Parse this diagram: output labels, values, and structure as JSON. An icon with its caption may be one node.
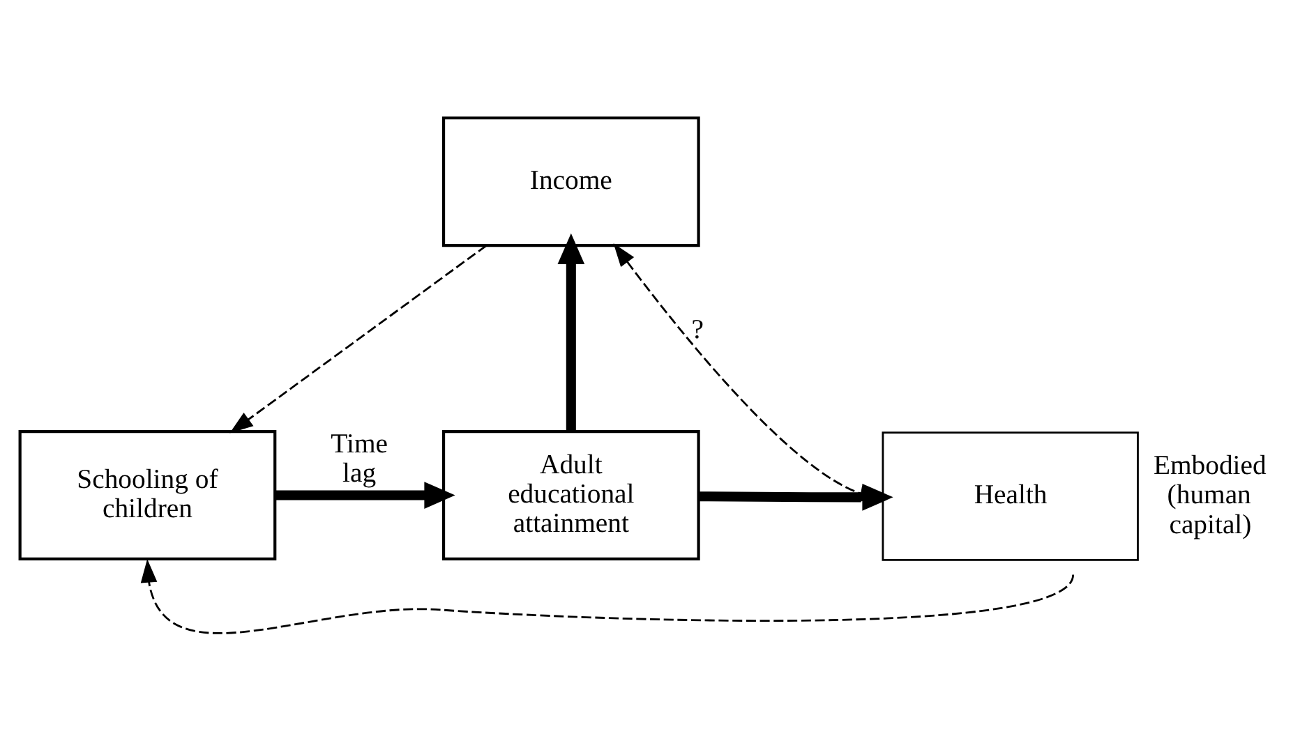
{
  "diagram": {
    "nodes": [
      {
        "text": [
          "Income"
        ]
      },
      {
        "text": [
          "Schooling of children"
        ]
      },
      {
        "text": [
          "Adult educational attainment"
        ]
      },
      {
        "text": [
          "Health"
        ],
        "beside": [
          "Embodied (human capital)"
        ]
      }
    ],
    "edges": [
      {
        "from": 0,
        "to": 1,
        "arrow": "to",
        "style": "dashed"
      },
      {
        "from": 1,
        "to": 2,
        "arrow": "to",
        "style": "thick",
        "label": "Time lag"
      },
      {
        "from": 2,
        "to": 0,
        "arrow": "to",
        "style": "thick"
      },
      {
        "from": 2,
        "to": 3,
        "arrow": "to",
        "style": "thick"
      },
      {
        "from": 0,
        "to": 3,
        "arrow": "both",
        "style": "dashed",
        "label": "?"
      },
      {
        "from": 3,
        "to": 1,
        "arrow": "to",
        "style": "dashed"
      }
    ]
  }
}
